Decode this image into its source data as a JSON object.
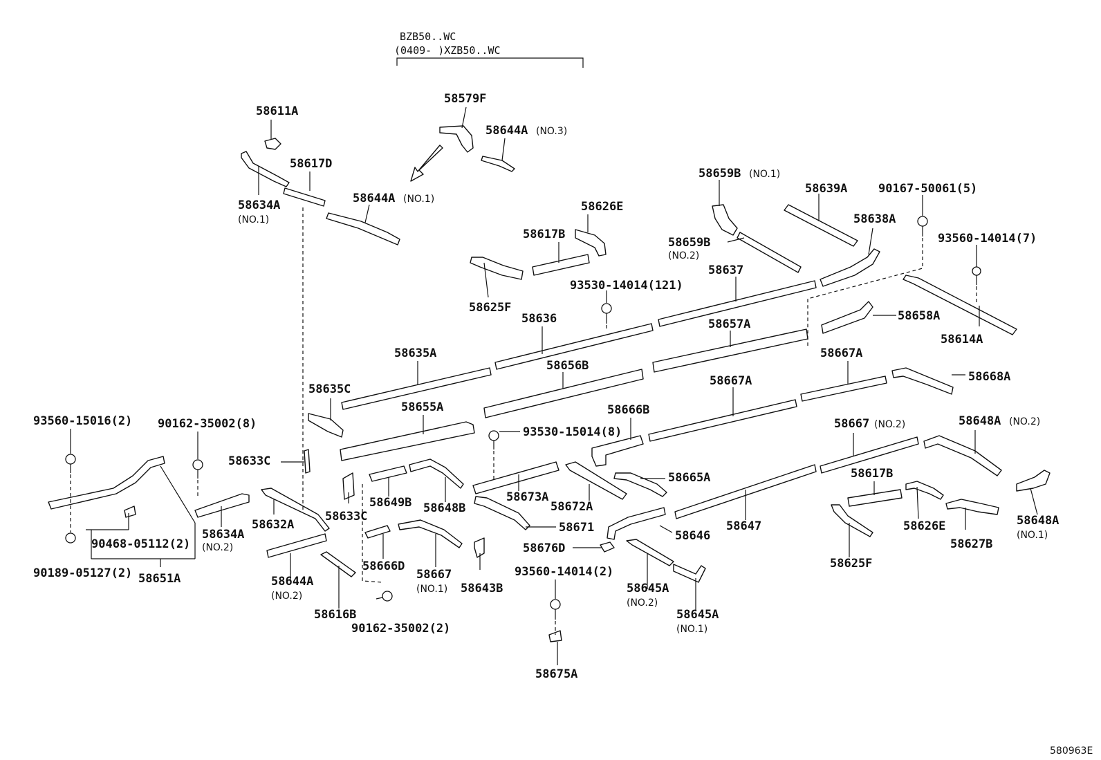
{
  "header": {
    "model_line1": "BZB50..WC",
    "model_line2": "(0409-     )XZB50..WC"
  },
  "diagram_code": "580963E",
  "labels": [
    {
      "id": "58611A",
      "text": "58611A"
    },
    {
      "id": "58617D",
      "text": "58617D"
    },
    {
      "id": "58634A_1",
      "text": "58634A",
      "note": "(NO.1)"
    },
    {
      "id": "58644A_1",
      "text": "58644A",
      "note": "(NO.1)"
    },
    {
      "id": "58579F",
      "text": "58579F"
    },
    {
      "id": "58644A_3",
      "text": "58644A",
      "note": "(NO.3)"
    },
    {
      "id": "58626E_top",
      "text": "58626E"
    },
    {
      "id": "58617B_top",
      "text": "58617B"
    },
    {
      "id": "58625F_top",
      "text": "58625F"
    },
    {
      "id": "58659B_1",
      "text": "58659B",
      "note": "(NO.1)"
    },
    {
      "id": "58659B_2",
      "text": "58659B",
      "note": "(NO.2)"
    },
    {
      "id": "58639A",
      "text": "58639A"
    },
    {
      "id": "90167-50061",
      "text": "90167-50061(5)"
    },
    {
      "id": "58638A",
      "text": "58638A"
    },
    {
      "id": "93560-14014_7",
      "text": "93560-14014(7)"
    },
    {
      "id": "58637",
      "text": "58637"
    },
    {
      "id": "93530-14014",
      "text": "93530-14014(121)"
    },
    {
      "id": "58636",
      "text": "58636"
    },
    {
      "id": "58657A",
      "text": "58657A"
    },
    {
      "id": "58658A",
      "text": "58658A"
    },
    {
      "id": "58614A",
      "text": "58614A"
    },
    {
      "id": "58635A",
      "text": "58635A"
    },
    {
      "id": "58656B",
      "text": "58656B"
    },
    {
      "id": "58667A_r",
      "text": "58667A"
    },
    {
      "id": "58668A",
      "text": "58668A"
    },
    {
      "id": "58635C",
      "text": "58635C"
    },
    {
      "id": "58667A_m",
      "text": "58667A"
    },
    {
      "id": "58655A",
      "text": "58655A"
    },
    {
      "id": "58666B",
      "text": "58666B"
    },
    {
      "id": "93530-15014",
      "text": "93530-15014(8)"
    },
    {
      "id": "58667_2",
      "text": "58667",
      "note": "(NO.2)"
    },
    {
      "id": "58648A_2",
      "text": "58648A",
      "note": "(NO.2)"
    },
    {
      "id": "93560-15016",
      "text": "93560-15016(2)"
    },
    {
      "id": "90162-35002_8",
      "text": "90162-35002(8)"
    },
    {
      "id": "58633C_1",
      "text": "58633C"
    },
    {
      "id": "58665A",
      "text": "58665A"
    },
    {
      "id": "58617B_bot",
      "text": "58617B"
    },
    {
      "id": "58649B",
      "text": "58649B"
    },
    {
      "id": "58648B",
      "text": "58648B"
    },
    {
      "id": "58673A",
      "text": "58673A"
    },
    {
      "id": "58672A",
      "text": "58672A"
    },
    {
      "id": "58633C_2",
      "text": "58633C"
    },
    {
      "id": "58632A",
      "text": "58632A"
    },
    {
      "id": "58634A_2",
      "text": "58634A",
      "note": "(NO.2)"
    },
    {
      "id": "58671",
      "text": "58671"
    },
    {
      "id": "58646",
      "text": "58646"
    },
    {
      "id": "58647",
      "text": "58647"
    },
    {
      "id": "58626E_bot",
      "text": "58626E"
    },
    {
      "id": "58648A_1",
      "text": "58648A",
      "note": "(NO.1)"
    },
    {
      "id": "58627B",
      "text": "58627B"
    },
    {
      "id": "90468-05112",
      "text": "90468-05112(2)"
    },
    {
      "id": "58676D",
      "text": "58676D"
    },
    {
      "id": "58666D",
      "text": "58666D"
    },
    {
      "id": "58667_1",
      "text": "58667",
      "note": "(NO.1)"
    },
    {
      "id": "58643B",
      "text": "58643B"
    },
    {
      "id": "58625F_bot",
      "text": "58625F"
    },
    {
      "id": "90189-05127",
      "text": "90189-05127(2)"
    },
    {
      "id": "58651A",
      "text": "58651A"
    },
    {
      "id": "58644A_2",
      "text": "58644A",
      "note": "(NO.2)"
    },
    {
      "id": "93560-14014_2",
      "text": "93560-14014(2)"
    },
    {
      "id": "58645A_2",
      "text": "58645A",
      "note": "(NO.2)"
    },
    {
      "id": "58616B",
      "text": "58616B"
    },
    {
      "id": "58645A_1",
      "text": "58645A",
      "note": "(NO.1)"
    },
    {
      "id": "90162-35002_2",
      "text": "90162-35002(2)"
    },
    {
      "id": "58675A",
      "text": "58675A"
    }
  ]
}
